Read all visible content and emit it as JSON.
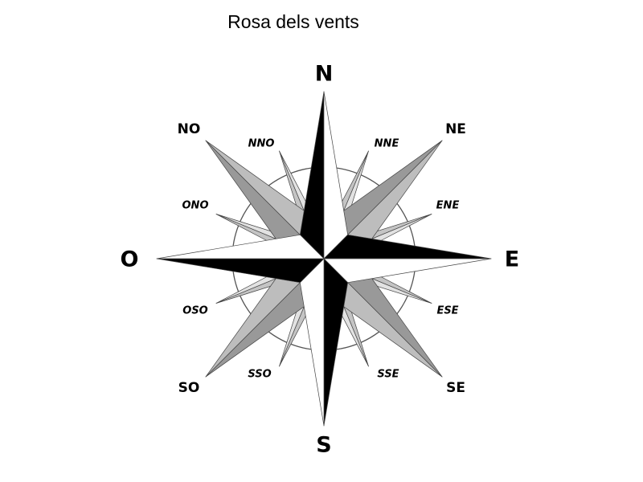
{
  "title": "Rosa dels vents",
  "colors": {
    "cardinal_dark": "#000000",
    "cardinal_light": "#ffffff",
    "intercardinal_dark": "#999999",
    "intercardinal_light": "#bdbdbd",
    "secondary_dark": "#c4c4c4",
    "secondary_light": "#e2e2e2",
    "circle": "#555555"
  },
  "labels": {
    "cardinal": {
      "N": "N",
      "E": "E",
      "S": "S",
      "O": "O"
    },
    "intercardinal": {
      "NE": "NE",
      "SE": "SE",
      "SO": "SO",
      "NO": "NO"
    },
    "secondary": {
      "NNE": "NNE",
      "ENE": "ENE",
      "ESE": "ESE",
      "SSE": "SSE",
      "SSO": "SSO",
      "OSO": "OSO",
      "ONO": "ONO",
      "NNO": "NNO"
    }
  }
}
